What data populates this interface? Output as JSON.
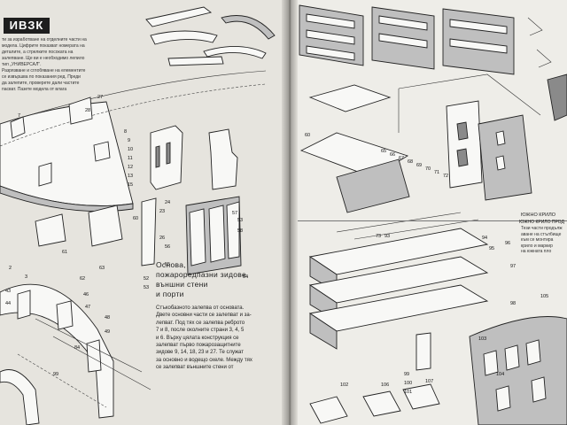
{
  "watermark": {
    "text": "ИВЗК"
  },
  "left_page": {
    "intro_lines": [
      "ти за изработване на отделните части на",
      "модела. Цифрите показват номерата на",
      "деталите, а стрелките посоката на",
      "залепване. Ще ви е необходимо лепило",
      "тип „УНИВЕРСАЛ\".",
      "",
      "Разрязване и сглобяване на елементите",
      "се извършва по показания ред. Преди",
      "да залепите, проверете дали частите",
      "пасват. Пазете модела от влага"
    ],
    "caption": {
      "title_lines": [
        "Основа,",
        "пожароредпазни зидове,",
        "външни стени",
        "и порти"
      ],
      "body_lines": [
        "Стъкобазното залепва от основата.",
        "Двете основни части се залепват и за-",
        "лепват. Под тях се залепва реброто",
        "7 и 8, после околните страни 3, 4, 5",
        "и 6. Върху цялата конструкция се",
        "залепват първо пожарозащитните",
        "зидове 9, 14, 18, 23 и 27. Те служат",
        "за основно и водещо скеле. Между тях",
        "се залепват външните стени от"
      ]
    },
    "part_numbers": [
      "27",
      "28",
      "7",
      "8",
      "9",
      "10",
      "11",
      "12",
      "13",
      "15",
      "24",
      "23",
      "57",
      "26",
      "53",
      "58",
      "56",
      "55",
      "52",
      "53",
      "54",
      "61",
      "63",
      "60",
      "2",
      "3",
      "43",
      "44",
      "46",
      "47",
      "48",
      "49",
      "62",
      "84",
      "99"
    ]
  },
  "right_page": {
    "label_top": "ЮЖНО КРИЛО",
    "label_section": "ЮЖНО КРИЛО ПРОД",
    "side_note_lines": [
      "Тези части продълж",
      "аване на стълбище",
      "към се монтира",
      "крило и маркир",
      "на южната пло"
    ],
    "part_numbers": [
      "60",
      "65",
      "66",
      "67",
      "68",
      "69",
      "70",
      "71",
      "72",
      "73",
      "93",
      "94",
      "95",
      "96",
      "97",
      "98",
      "99",
      "100",
      "101",
      "102",
      "103",
      "104",
      "105",
      "106",
      "107"
    ]
  }
}
